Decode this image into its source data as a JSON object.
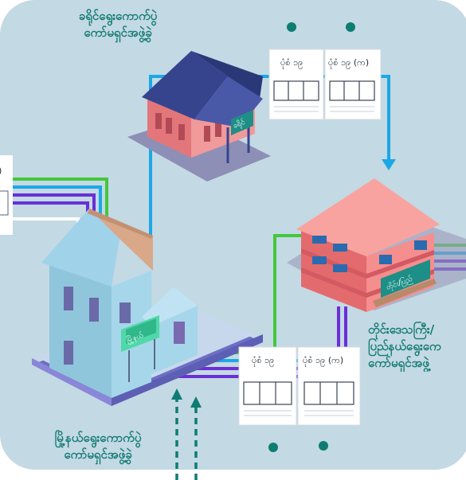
{
  "labels": {
    "district_office": [
      "ခရိုင်ရွေးကောက်ပွဲ",
      "ကော်မရှင်အဖွဲ့ခွဲ"
    ],
    "township_office": [
      "မြို့နယ်ရွေးကောက်ပွဲ",
      "ကော်မရှင်အဖွဲ့ခွဲ"
    ],
    "state_office": [
      "တိုင်းဒေသကြီး/",
      "ပြည်နယ်ရွေးကေ",
      "ကော်မရှင်အဖွဲ့"
    ]
  },
  "forms": {
    "form_19": "ပုံစံ ၁၉",
    "form_19a": "ပုံစံ ၁၉ (က)"
  },
  "signs": {
    "district": "ခရိုင်",
    "township": "မြို့နယ်",
    "state": "တိုင်း/ပြည်"
  },
  "colors": {
    "background": "#c3d9e4",
    "blue_line": "#1ba8e6",
    "green_line": "#43c83b",
    "purple_line": "#6a2fd6",
    "teal_dot": "#0d7d72",
    "label_text": "#127a72"
  }
}
